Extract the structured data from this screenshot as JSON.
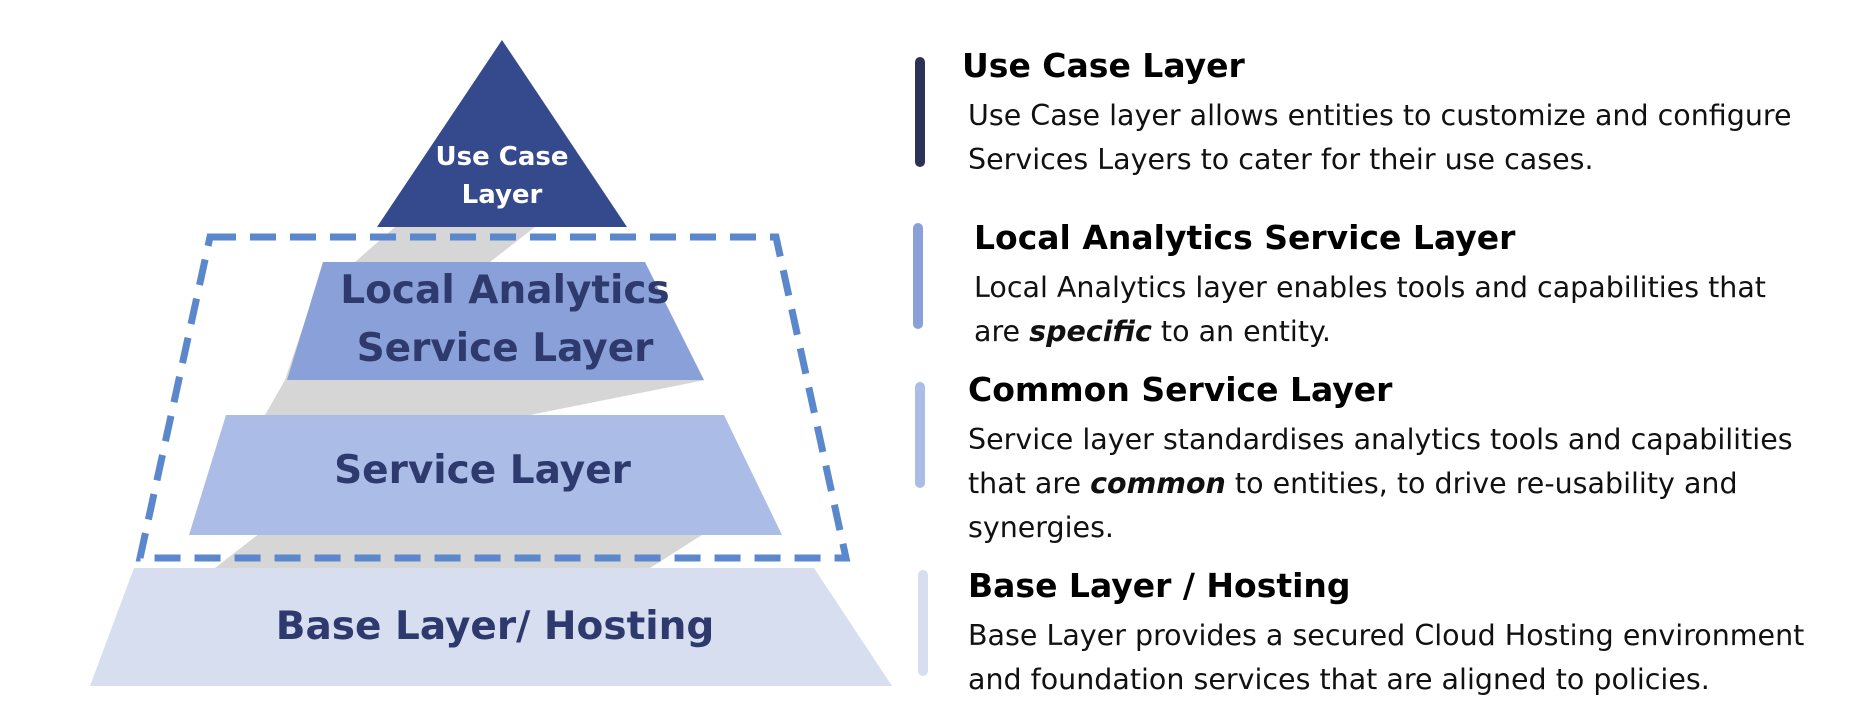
{
  "pyramid": {
    "use_case_line1": "Use Case",
    "use_case_line2": "Layer",
    "local_line1": "Local Analytics",
    "local_line2": "Service Layer",
    "service": "Service Layer",
    "base": "Base Layer/ Hosting"
  },
  "descriptions": {
    "use_case": {
      "title": "Use Case Layer",
      "line1": "Use Case layer allows entities to customize and configure",
      "line2": "Services Layers to cater for their use cases."
    },
    "local": {
      "title": "Local Analytics Service Layer",
      "line1": "Local Analytics layer enables tools and capabilities that",
      "line2_pre": "are ",
      "line2_em": "specific",
      "line2_post": " to an entity."
    },
    "common": {
      "title": "Common Service Layer",
      "line1": "Service layer standardises analytics tools and capabilities",
      "line2_pre": "that are ",
      "line2_em": "common",
      "line2_post": " to entities, to drive re-usability and",
      "line3": "synergies."
    },
    "base": {
      "title": "Base Layer / Hosting",
      "line1": "Base Layer provides a secured Cloud Hosting environment",
      "line2": "and foundation services that are aligned to policies."
    }
  },
  "colors": {
    "use_case": "#344a8c",
    "local": "#8aa0d8",
    "service": "#abbce6",
    "base": "#d6deef",
    "dashed_frame": "#5b87cc",
    "connector": "#d6d6d6",
    "label_text": "#2e3a6e"
  }
}
